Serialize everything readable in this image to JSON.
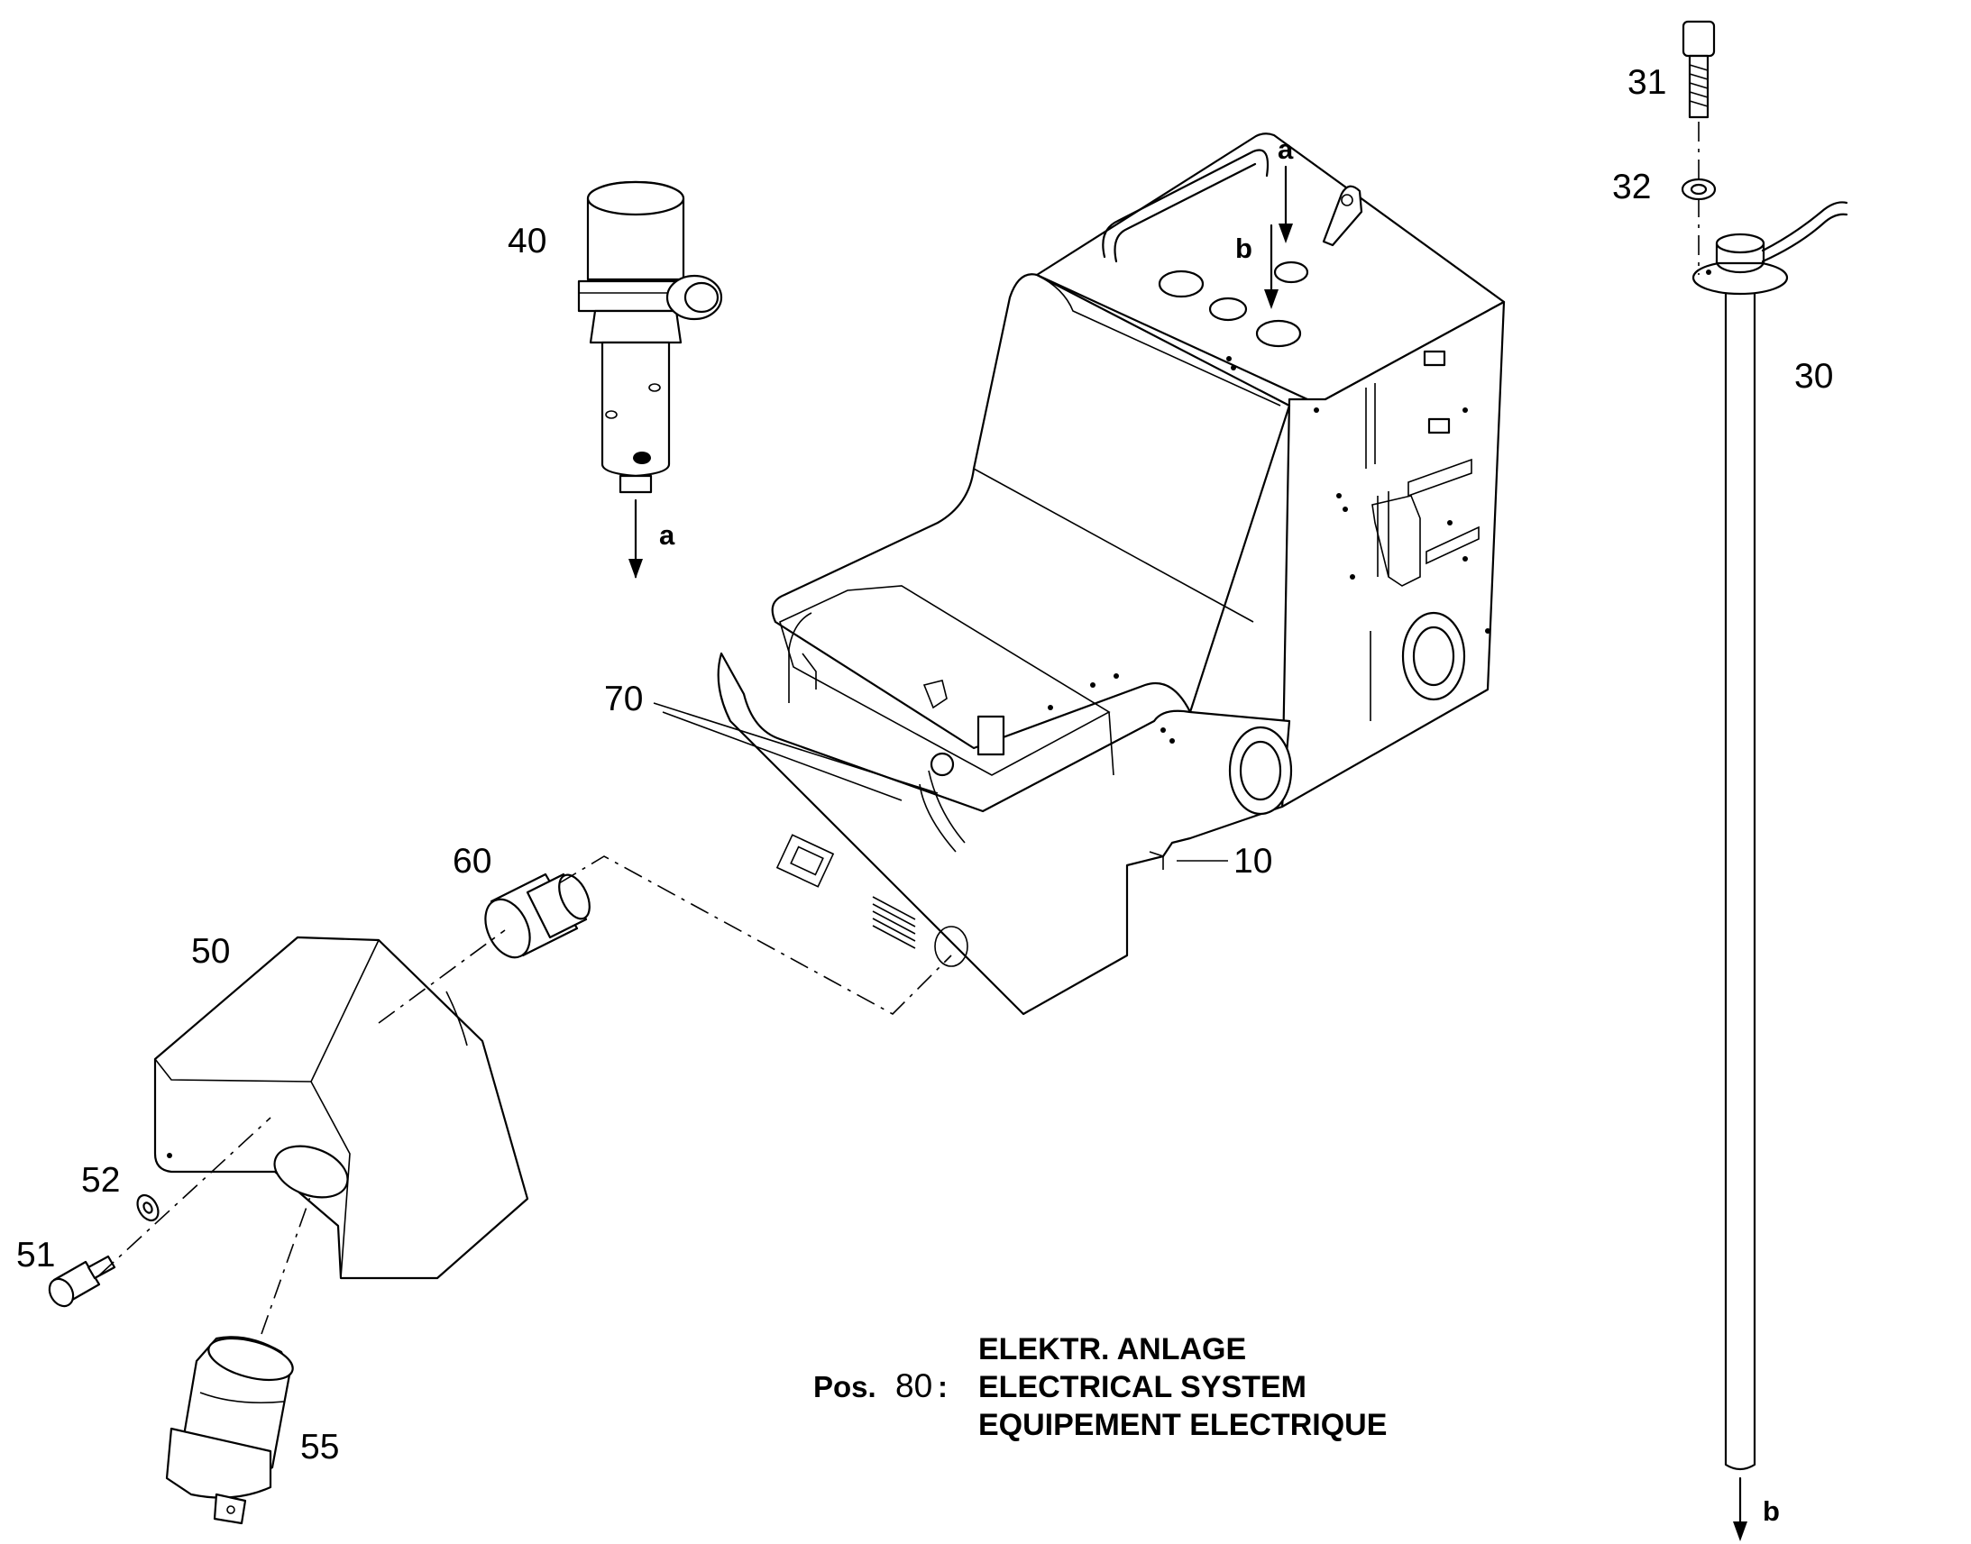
{
  "callouts": {
    "p10": "10",
    "p30": "30",
    "p31": "31",
    "p32": "32",
    "p40": "40",
    "p50": "50",
    "p51": "51",
    "p52": "52",
    "p55": "55",
    "p60": "60",
    "p70": "70"
  },
  "connection_letters": {
    "a_top": "a",
    "b_top": "b",
    "a_filter": "a",
    "b_rod": "b"
  },
  "caption": {
    "pos_label": "Pos.",
    "pos_number": "80",
    "pos_colon": ":",
    "line_de": "ELEKTR. ANLAGE",
    "line_en": "ELECTRICAL SYSTEM",
    "line_fr": "EQUIPEMENT ELECTRIQUE"
  }
}
